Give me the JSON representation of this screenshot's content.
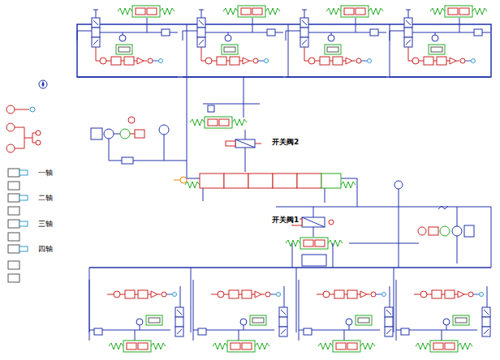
{
  "diagram": {
    "labels": [
      "开关阀2",
      "开关阀1",
      "一轴",
      "二轴",
      "三轴",
      "四轴"
    ]
  }
}
